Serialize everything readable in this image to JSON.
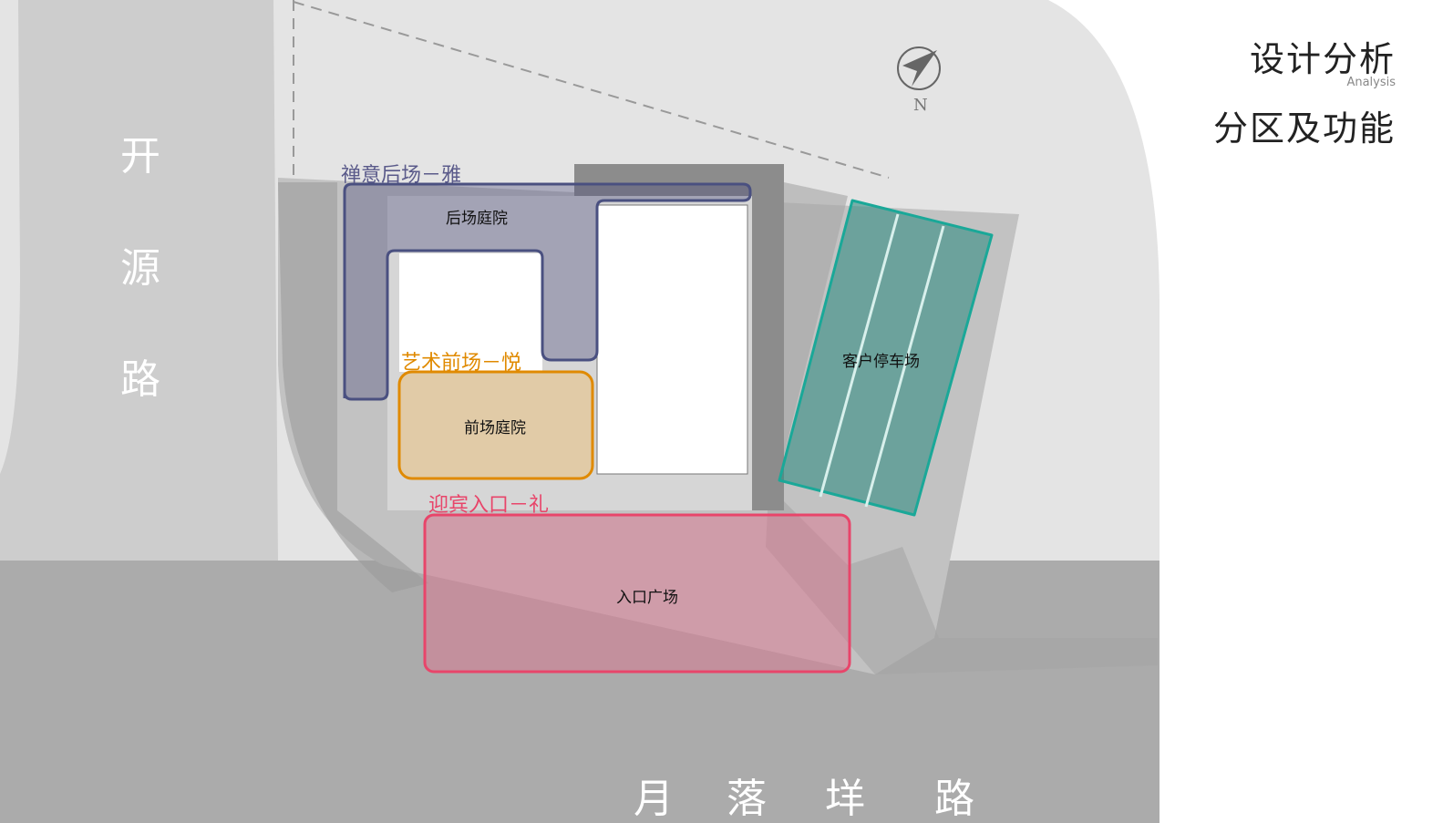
{
  "header": {
    "title": "设计分析",
    "subtitle_en": "Analysis",
    "section": "分区及功能"
  },
  "roads": {
    "west": [
      "开",
      "源",
      "路"
    ],
    "south": [
      "月",
      "落",
      "垟",
      "路"
    ]
  },
  "compass": {
    "label": "N"
  },
  "zones": [
    {
      "title": "禅意后场－雅",
      "area": "后场庭院",
      "color": "#4a5080"
    },
    {
      "title": "艺术前场－悦",
      "area": "前场庭院",
      "color": "#e08a00"
    },
    {
      "title": "迎宾入口－礼",
      "area": "入口广场",
      "color": "#e8456a"
    },
    {
      "area": "客户停车场",
      "color": "#1aa898"
    }
  ]
}
